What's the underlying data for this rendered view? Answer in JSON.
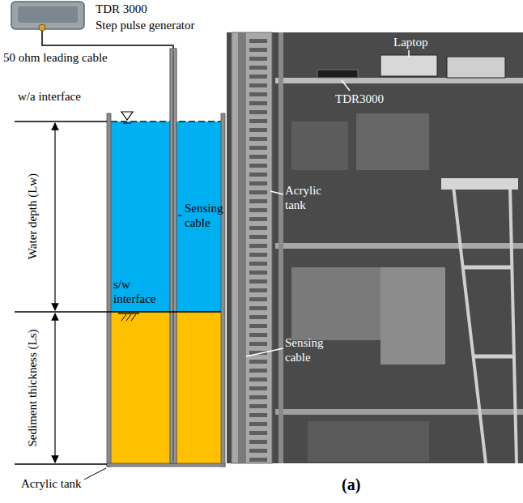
{
  "diagram": {
    "labels": [
      "TDR 3000",
      "Step pulse generator",
      "50 ohm leading cable",
      "w/a interface",
      "Water depth (Lw)",
      "Sensing cable",
      "s/w interface",
      "Sediment thickness (Ls)",
      "Acrylic tank",
      "Laptop",
      "TDR3000",
      "Acrylic tank",
      "Sensing cable",
      "(a)"
    ]
  }
}
